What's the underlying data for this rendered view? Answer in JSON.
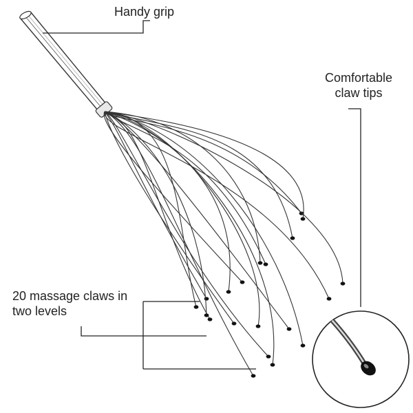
{
  "callouts": {
    "grip": "Handy grip",
    "tips_line1": "Comfortable",
    "tips_line2": "claw tips",
    "claws_line1": "20 massage claws in",
    "claws_line2": "two levels"
  },
  "colors": {
    "ink": "#222222",
    "wire": "#333333",
    "tip": "#111111",
    "handle_fill": "#ffffff"
  },
  "illustration": {
    "subject": "head-massager-icon",
    "claw_count": 20
  }
}
